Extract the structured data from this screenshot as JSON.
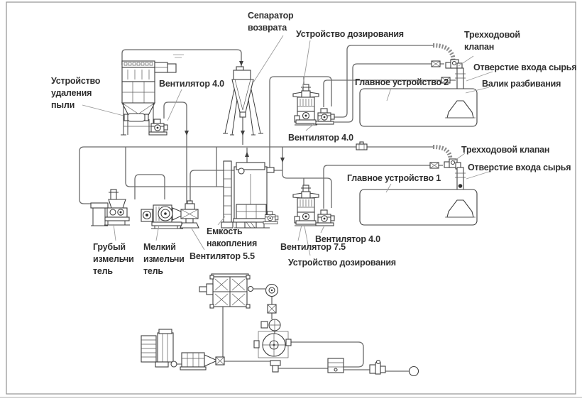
{
  "diagram": {
    "type": "equipment-flow-diagram",
    "language": "ru",
    "colors": {
      "background": "#ffffff",
      "equipment_line": "#3f3f3f",
      "pipe_line": "#6a6a6a",
      "hose": "#8a8a8a",
      "label_text": "#2f2f2f",
      "leader_line": "#9a9a9a",
      "frame": "#9a9a9a"
    },
    "labels": {
      "dust_removal": {
        "text": "Устройство\nудаления\nпыли"
      },
      "fan_baghouse": {
        "text": "Вентилятор 4.0"
      },
      "return_separator": {
        "text": "Сепаратор\nвозврата"
      },
      "dosing_top": {
        "text": "Устройство дозирования"
      },
      "three_way_valve_2": {
        "text": "Трехходовой\nклапан"
      },
      "inlet_2": {
        "text": "Отверстие входа сырья"
      },
      "main_device_2": {
        "text": "Главное устройство 2"
      },
      "breaking_roller": {
        "text": "Валик разбивания"
      },
      "fan_40_middle": {
        "text": "Вентилятор 4.0"
      },
      "three_way_valve_1": {
        "text": "Трехходовой клапан"
      },
      "inlet_1": {
        "text": "Отверстие входа сырья"
      },
      "main_device_1": {
        "text": "Главное устройство 1"
      },
      "coarse_grinder": {
        "text": "Грубый\nизмельчи\nтель"
      },
      "fine_grinder": {
        "text": "Мелкий\nизмельчи\nтель"
      },
      "fan_55": {
        "text": "Вентилятор 5.5"
      },
      "storage_tank": {
        "text": "Емкость\nнакопления"
      },
      "fan_75": {
        "text": "Вентилятор 7.5"
      },
      "fan_40_lower": {
        "text": "Вентилятор 4.0"
      },
      "dosing_lower": {
        "text": "Устройство дозирования"
      }
    }
  }
}
